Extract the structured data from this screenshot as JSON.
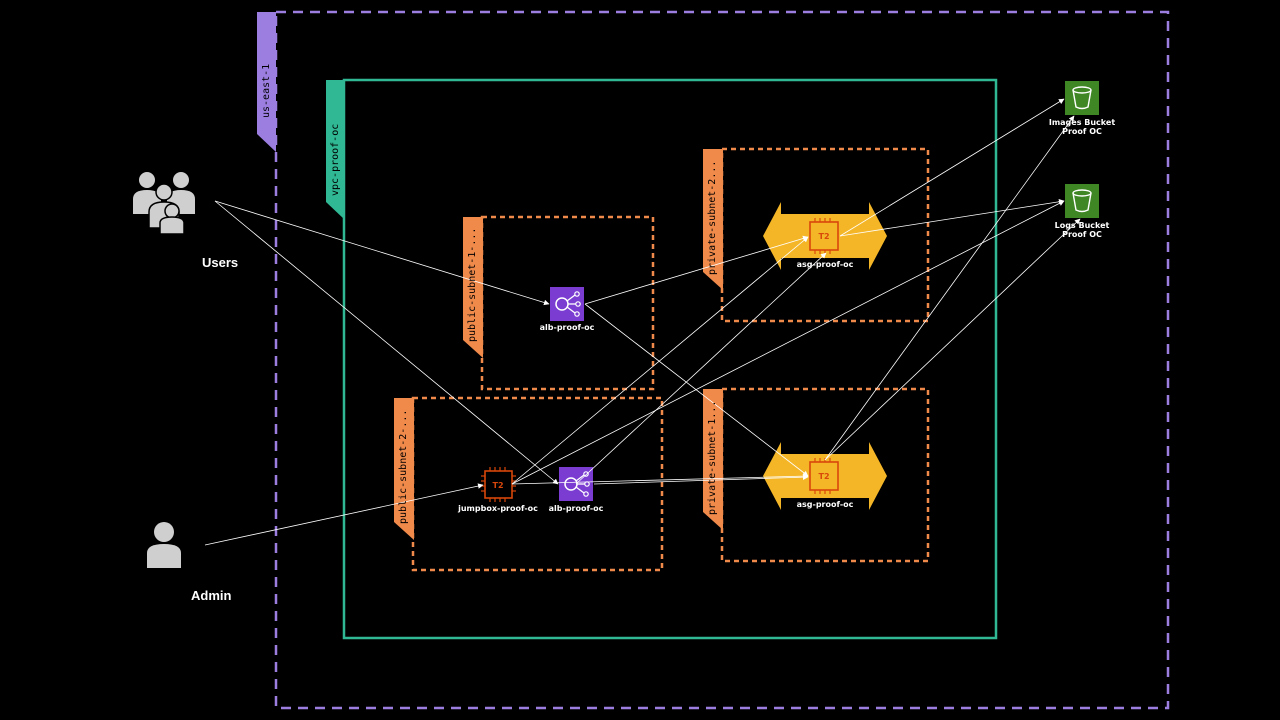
{
  "colors": {
    "region": "#9b7ee0",
    "vpc": "#2fb893",
    "subnet": "#f08a4b",
    "alb": "#7a3cd1",
    "asg": "#f4b627",
    "ec2": "#d8470b",
    "s3": "#3f8624",
    "edge": "#ffffff"
  },
  "region": {
    "label": "us-east-1"
  },
  "vpc": {
    "label": "vpc-proof-oc"
  },
  "subnets": {
    "public1": {
      "label": "public-subnet-1-..."
    },
    "public2": {
      "label": "public-subnet-2-..."
    },
    "private1": {
      "label": "private-subnet-1..."
    },
    "private2": {
      "label": "private-subnet-2..."
    }
  },
  "actors": {
    "users": {
      "label": "Users",
      "icon": "users-group-icon"
    },
    "admin": {
      "label": "Admin",
      "icon": "user-icon"
    }
  },
  "nodes": {
    "alb1": {
      "label": "alb-proof-oc",
      "icon": "load-balancer-icon"
    },
    "alb2": {
      "label": "alb-proof-oc",
      "icon": "load-balancer-icon"
    },
    "jumpbox": {
      "label": "jumpbox-proof-oc",
      "chip": "T2",
      "icon": "ec2-instance-icon"
    },
    "asg1": {
      "label": "asg-proof-oc",
      "chip": "T2",
      "icon": "auto-scaling-icon"
    },
    "asg2": {
      "label": "asg-proof-oc",
      "chip": "T2",
      "icon": "auto-scaling-icon"
    },
    "images": {
      "label": "Images Bucket Proof OC",
      "icon": "s3-bucket-icon"
    },
    "logs": {
      "label": "Logs Bucket Proof OC",
      "icon": "s3-bucket-icon"
    }
  }
}
